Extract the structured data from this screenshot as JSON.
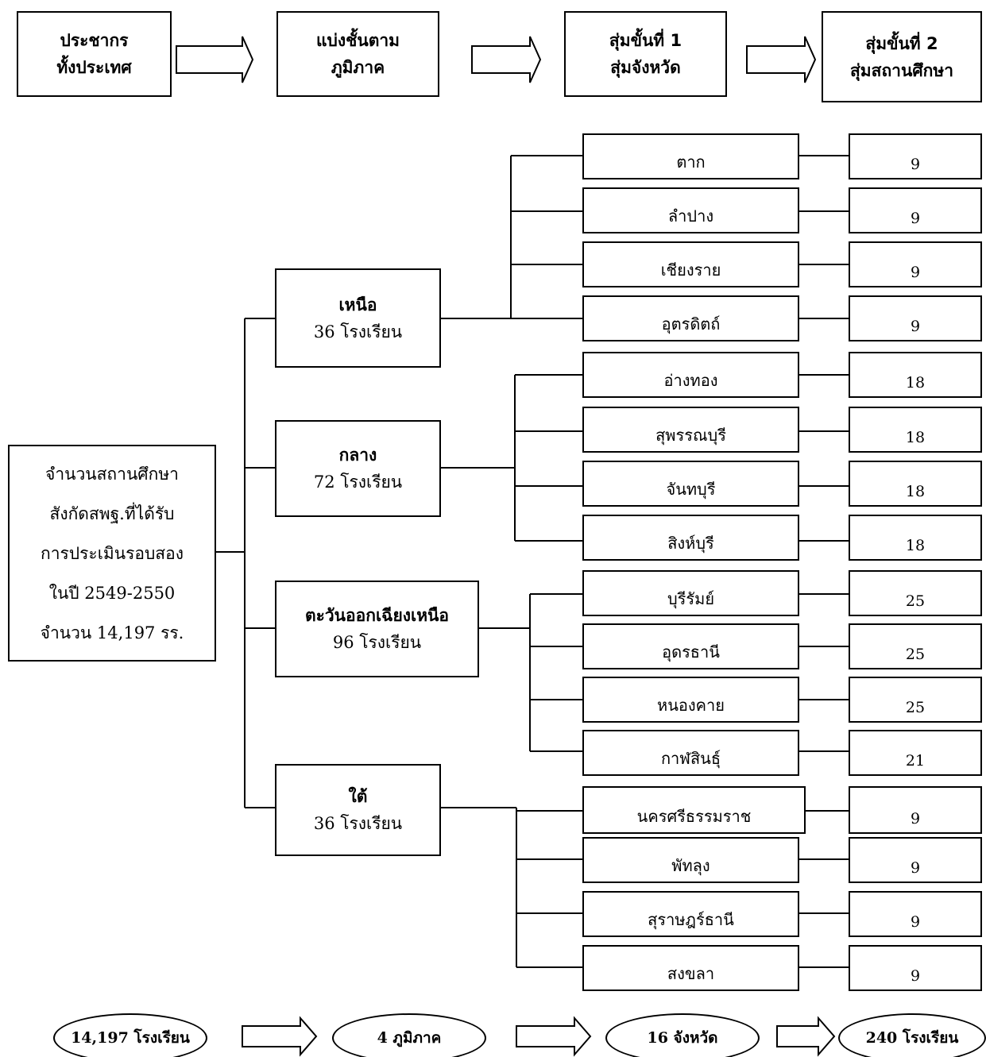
{
  "header": {
    "steps": [
      {
        "line1": "ประชากร",
        "line2": "ทั้งประเทศ"
      },
      {
        "line1": "แบ่งชั้นตาม",
        "line2": "ภูมิภาค"
      },
      {
        "line1": "สุ่มขั้นที่ 1",
        "line2": "สุ่มจังหวัด"
      },
      {
        "line1": "สุ่มขั้นที่ 2",
        "line2": "สุ่มสถานศึกษา"
      }
    ]
  },
  "root": {
    "lines": [
      "จำนวนสถานศึกษา",
      "สังกัดสพฐ.ที่ได้รับ",
      "การประเมินรอบสอง",
      "ในปี 2549-2550",
      "จำนวน 14,197 รร."
    ]
  },
  "regions": [
    {
      "name": "เหนือ",
      "count": "36 โรงเรียน"
    },
    {
      "name": "กลาง",
      "count": "72 โรงเรียน"
    },
    {
      "name": "ตะวันออกเฉียงเหนือ",
      "count": "96 โรงเรียน"
    },
    {
      "name": "ใต้",
      "count": "36 โรงเรียน"
    }
  ],
  "provinces": [
    {
      "name": "ตาก",
      "count": "9"
    },
    {
      "name": "ลำปาง",
      "count": "9"
    },
    {
      "name": "เชียงราย",
      "count": "9"
    },
    {
      "name": "อุตรดิตถ์",
      "count": "9"
    },
    {
      "name": "อ่างทอง",
      "count": "18"
    },
    {
      "name": "สุพรรณบุรี",
      "count": "18"
    },
    {
      "name": "จันทบุรี",
      "count": "18"
    },
    {
      "name": "สิงห์บุรี",
      "count": "18"
    },
    {
      "name": "บุรีรัมย์",
      "count": "25"
    },
    {
      "name": "อุดรธานี",
      "count": "25"
    },
    {
      "name": "หนองคาย",
      "count": "25"
    },
    {
      "name": "กาฬสินธุ์",
      "count": "21"
    },
    {
      "name": "นครศรีธรรมราช",
      "count": "9"
    },
    {
      "name": "พัทลุง",
      "count": "9"
    },
    {
      "name": "สุราษฎร์ธานี",
      "count": "9"
    },
    {
      "name": "สงขลา",
      "count": "9"
    }
  ],
  "footer": {
    "totals": [
      "14,197 โรงเรียน",
      "4 ภูมิภาค",
      "16 จังหวัด",
      "240 โรงเรียน"
    ]
  },
  "colors": {
    "line": "#000000",
    "background": "#ffffff"
  }
}
